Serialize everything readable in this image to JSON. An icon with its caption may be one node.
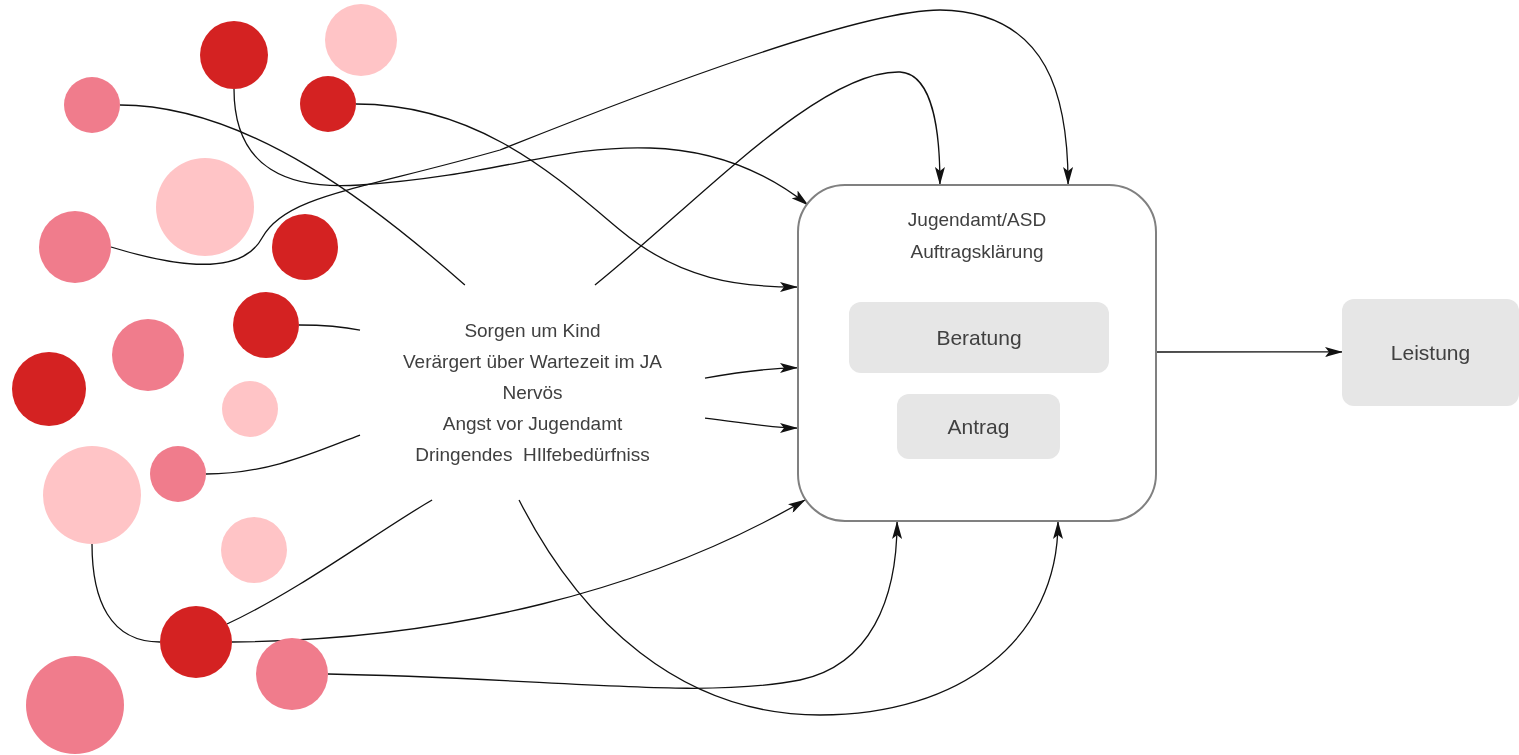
{
  "diagram": {
    "nodes": [
      {
        "text": [],
        "shape": "circle"
      },
      {
        "text": [],
        "shape": "circle"
      },
      {
        "text": [],
        "shape": "circle"
      },
      {
        "text": [],
        "shape": "circle"
      },
      {
        "text": [],
        "shape": "circle"
      },
      {
        "text": [],
        "shape": "circle"
      },
      {
        "text": [],
        "shape": "circle"
      },
      {
        "text": [],
        "shape": "circle"
      },
      {
        "text": [],
        "shape": "circle"
      },
      {
        "text": [],
        "shape": "circle"
      },
      {
        "text": [],
        "shape": "circle"
      },
      {
        "text": [],
        "shape": "circle"
      },
      {
        "text": [],
        "shape": "circle"
      },
      {
        "text": [],
        "shape": "circle"
      },
      {
        "text": [],
        "shape": "circle"
      },
      {
        "text": [],
        "shape": "circle"
      },
      {
        "text": [],
        "shape": "circle"
      },
      {
        "text": [
          "Sorgen um Kind",
          "Verärgert über Wartezeit im JA",
          "Nervös",
          "Angst vor Jugendamt",
          "Dringendes  HIlfebedürfniss"
        ]
      },
      {
        "text": [
          "Jugendamt/ASD",
          "Auftragsklärung"
        ]
      },
      {
        "text": [
          "Beratung"
        ],
        "in": 18
      },
      {
        "text": [
          "Antrag"
        ],
        "in": 18
      },
      {
        "text": [
          "Leistung"
        ]
      }
    ],
    "edges": [
      {
        "from": 2,
        "to": 17,
        "arrow": "none"
      },
      {
        "from": 0,
        "to": 18,
        "arrow": "to"
      },
      {
        "from": 3,
        "to": 18,
        "arrow": "to"
      },
      {
        "from": 5,
        "to": 18,
        "arrow": "to"
      },
      {
        "from": 17,
        "to": 18,
        "arrow": "to"
      },
      {
        "from": 7,
        "to": 17,
        "arrow": "none"
      },
      {
        "from": 17,
        "to": 18,
        "arrow": "to"
      },
      {
        "from": 17,
        "to": 18,
        "arrow": "to"
      },
      {
        "from": 12,
        "to": 17,
        "arrow": "none"
      },
      {
        "from": 14,
        "to": 17,
        "arrow": "none"
      },
      {
        "from": 11,
        "to": 14,
        "arrow": "none"
      },
      {
        "from": 14,
        "to": 18,
        "arrow": "to"
      },
      {
        "from": 15,
        "to": 18,
        "arrow": "to"
      },
      {
        "from": 17,
        "to": 18,
        "arrow": "to"
      },
      {
        "from": 18,
        "to": 21,
        "arrow": "to"
      }
    ]
  }
}
